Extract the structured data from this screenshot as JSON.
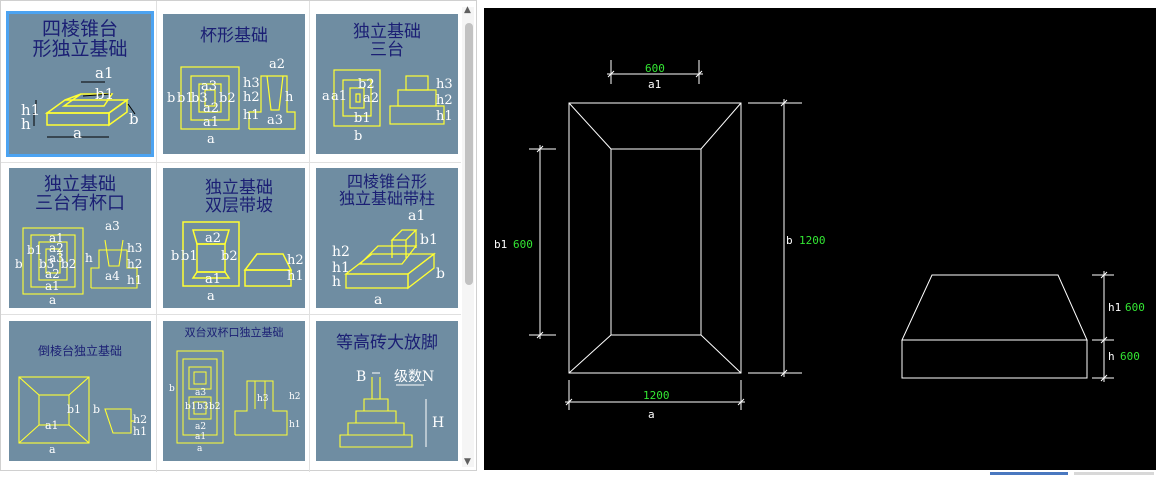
{
  "tiles": [
    {
      "title": "四棱锥台\n形独立基础",
      "labels": [
        "a1",
        "b1",
        "h1",
        "h",
        "a",
        "b"
      ]
    },
    {
      "title": "杯形基础",
      "labels": [
        "a3",
        "b3",
        "b2",
        "b",
        "b1",
        "a2",
        "a1",
        "a",
        "h3",
        "h2",
        "h1",
        "a2",
        "h",
        "a3"
      ]
    },
    {
      "title": "独立基础\n三台",
      "labels": [
        "b2",
        "a2",
        "a",
        "a1",
        "b1",
        "b",
        "h3",
        "h2",
        "h1"
      ]
    },
    {
      "title": "独立基础\n三台有杯口",
      "labels": [
        "a1",
        "a2",
        "a3",
        "b1",
        "b3",
        "b2",
        "b",
        "a2",
        "a1",
        "a",
        "a3",
        "h",
        "a4",
        "h3",
        "h2",
        "h1"
      ]
    },
    {
      "title": "独立基础\n双层带坡",
      "labels": [
        "a2",
        "b1",
        "b2",
        "b",
        "a1",
        "a",
        "h2",
        "h1"
      ]
    },
    {
      "title": "四棱锥台形\n独立基础带柱",
      "labels": [
        "a1",
        "b1",
        "h2",
        "h1",
        "h",
        "b",
        "a"
      ]
    },
    {
      "title": "倒棱台独立基础",
      "labels": [
        "b1",
        "a1",
        "a",
        "b",
        "h2",
        "h1"
      ]
    },
    {
      "title": "双台双杯口独立基础",
      "labels": [
        "a3",
        "b1",
        "b3",
        "b2",
        "b",
        "a2",
        "a1",
        "a",
        "h3",
        "h2",
        "h1"
      ]
    },
    {
      "title": "等高砖大放脚",
      "labels": [
        "B",
        "级数N",
        "H"
      ]
    }
  ],
  "cad": {
    "plan": {
      "a1_value": "600",
      "a1_label": "a1",
      "b1_label": "b1",
      "b1_value": "600",
      "b_label": "b",
      "b_value": "1200",
      "a_value": "1200",
      "a_label": "a"
    },
    "elevation": {
      "h1_label": "h1",
      "h1_value": "600",
      "h_label": "h",
      "h_value": "600"
    }
  },
  "colors": {
    "tile_bg": "#6f8da2",
    "tile_title": "#1b1f74",
    "diagram_yellow": "#ffff33",
    "diagram_white": "#ffffff",
    "cad_bg": "#000000",
    "cad_value_green": "#33e633",
    "selection": "#4ca3f1"
  },
  "scrollbar": {
    "up_icon": "caret-up-icon",
    "down_icon": "caret-down-icon"
  }
}
